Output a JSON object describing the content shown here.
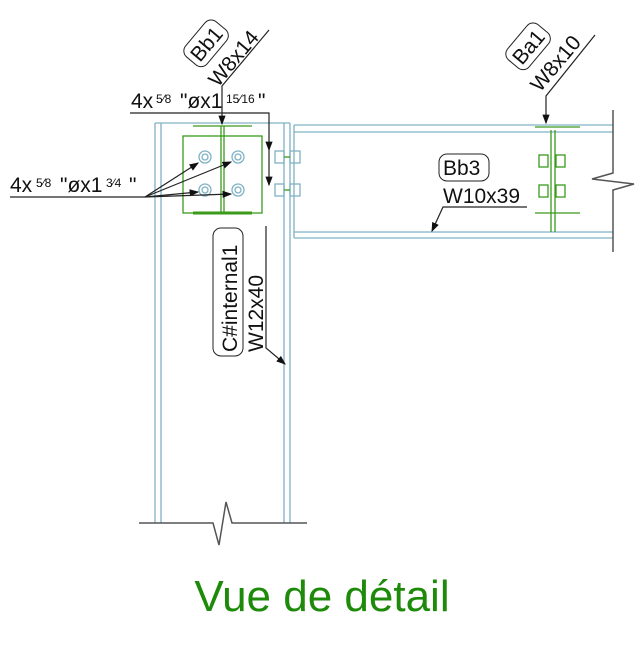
{
  "title": "Vue de détail",
  "colors": {
    "title": "#1e8a0a",
    "steel": "#7fb2c4",
    "connection": "#3a9a1a"
  },
  "labels": {
    "bb1": {
      "mark": "Bb1",
      "section": "W8x14"
    },
    "ba1": {
      "mark": "Ba1",
      "section": "W8x10"
    },
    "bb3": {
      "mark": "Bb3",
      "section": "W10x39"
    },
    "column": {
      "mark": "C#internal1",
      "section": "W12x40"
    }
  },
  "bolt_notes": {
    "top": {
      "qty": "4x",
      "dia": "5⁄8",
      "mid": "\"øx1",
      "len": "15⁄16",
      "end": "\""
    },
    "left": {
      "qty": "4x",
      "dia": "5⁄8",
      "mid": "\"øx1",
      "len": "3⁄4",
      "end": "\""
    }
  }
}
